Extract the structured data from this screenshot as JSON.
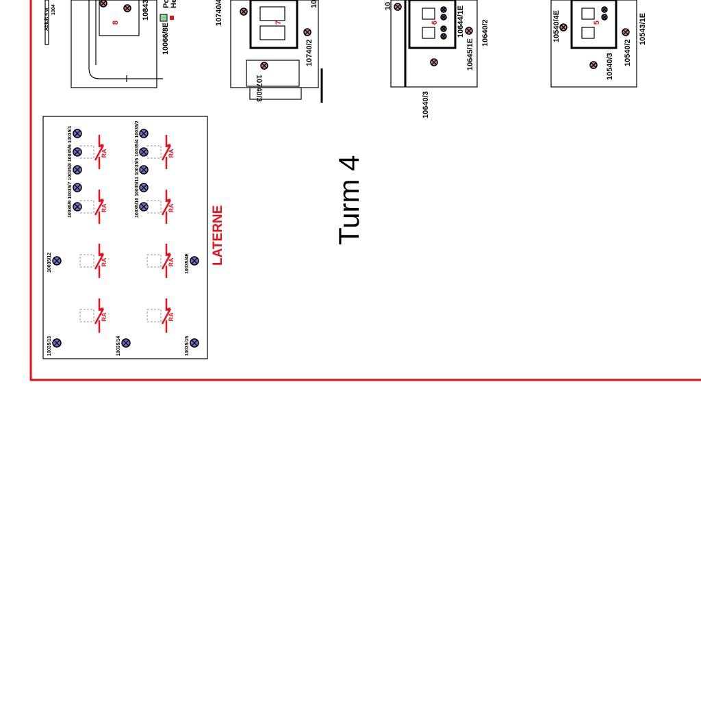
{
  "title": "Turm 4",
  "lantern": {
    "title": "LATERNE",
    "switch_label": "RA",
    "lamps": [
      "10035/13",
      "10035/14",
      "10035/15",
      "10035/12",
      "10035/4E"
    ],
    "lamp_group_1": "10035/9 10035/7 10035/8 10035/6 10035/1",
    "lamp_group_2": "10035/10 10035/11 10035/5 10035/4 10035/2"
  },
  "units": {
    "u8": {
      "number": "8",
      "labels": [
        "Abluft 4 w",
        "1084",
        "10843",
        "10066/8E"
      ],
      "legend": [
        "Po",
        "He"
      ]
    },
    "u7": {
      "number": "7",
      "labels": [
        "10740/4",
        "10740/2",
        "10740/3",
        "10"
      ]
    },
    "u6": {
      "number": "6",
      "labels": [
        "10644/1E",
        "10645/1E",
        "10640/2",
        "10640/3",
        "10"
      ]
    },
    "u5": {
      "number": "5",
      "labels": [
        "10540/4E",
        "10543/1E",
        "10540/2",
        "10540/3"
      ]
    }
  },
  "colors": {
    "border": "#e8101a",
    "lamp": "#6f6fc8",
    "lamp_red": "#c88080"
  }
}
